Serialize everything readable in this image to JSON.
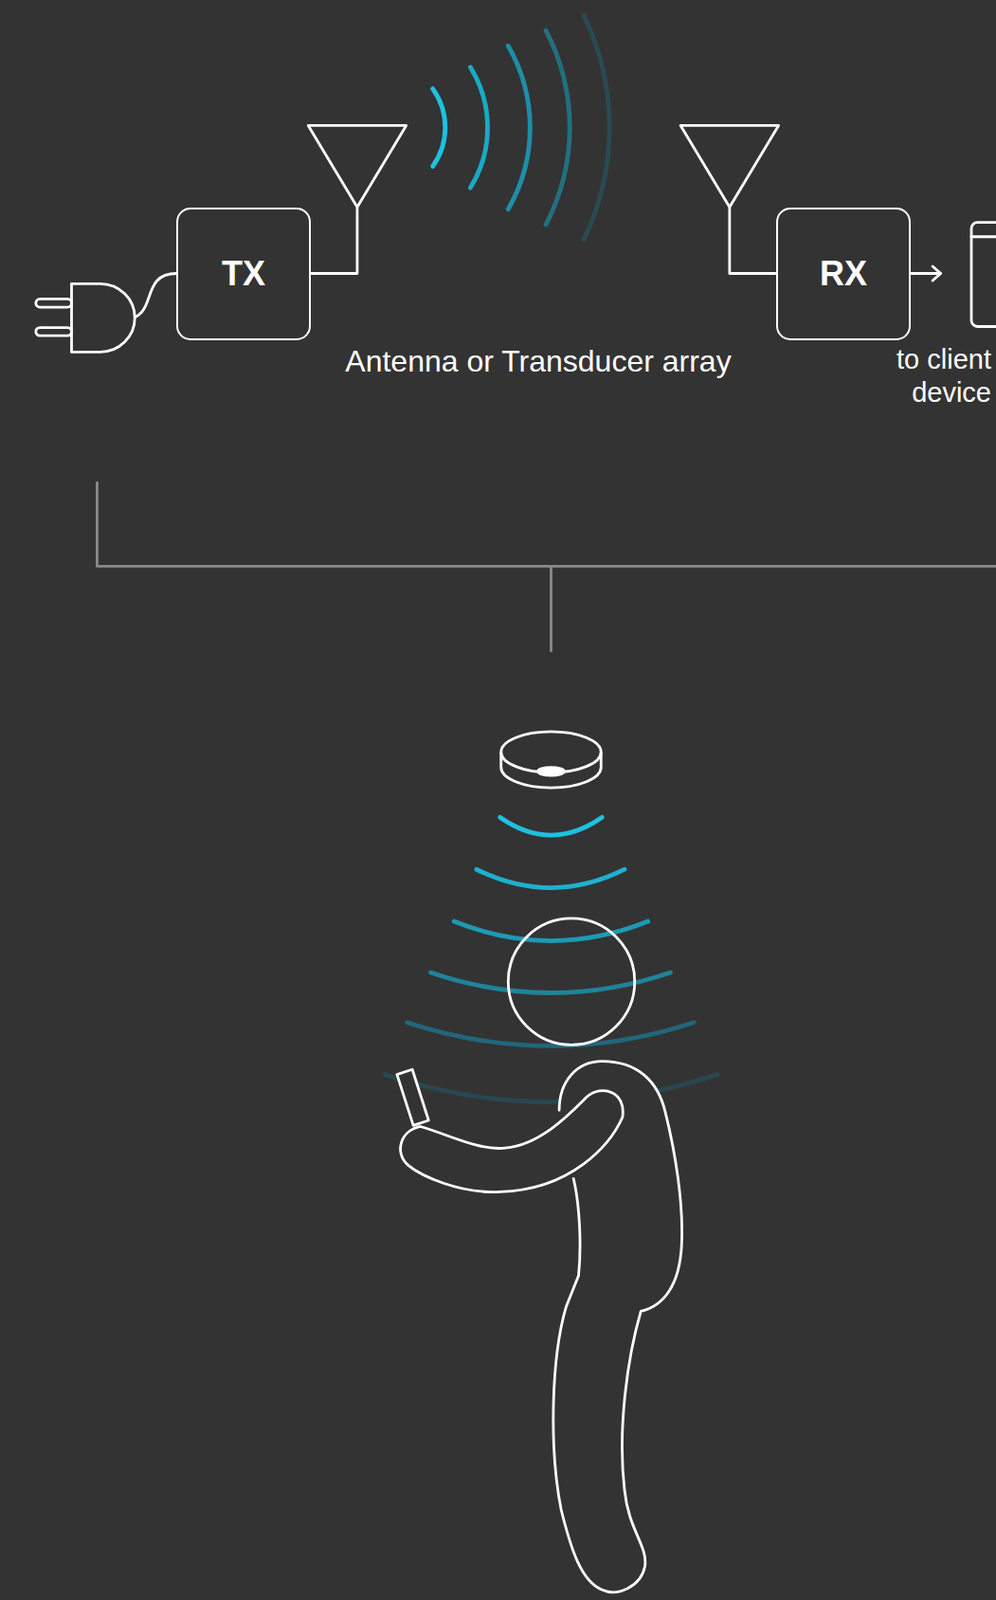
{
  "diagram": {
    "nodes": [
      {
        "text": [
          "TX"
        ]
      },
      {
        "text": [
          "RX"
        ]
      }
    ],
    "labels": [
      "Antenna or Transducer array",
      "to client device"
    ]
  }
}
